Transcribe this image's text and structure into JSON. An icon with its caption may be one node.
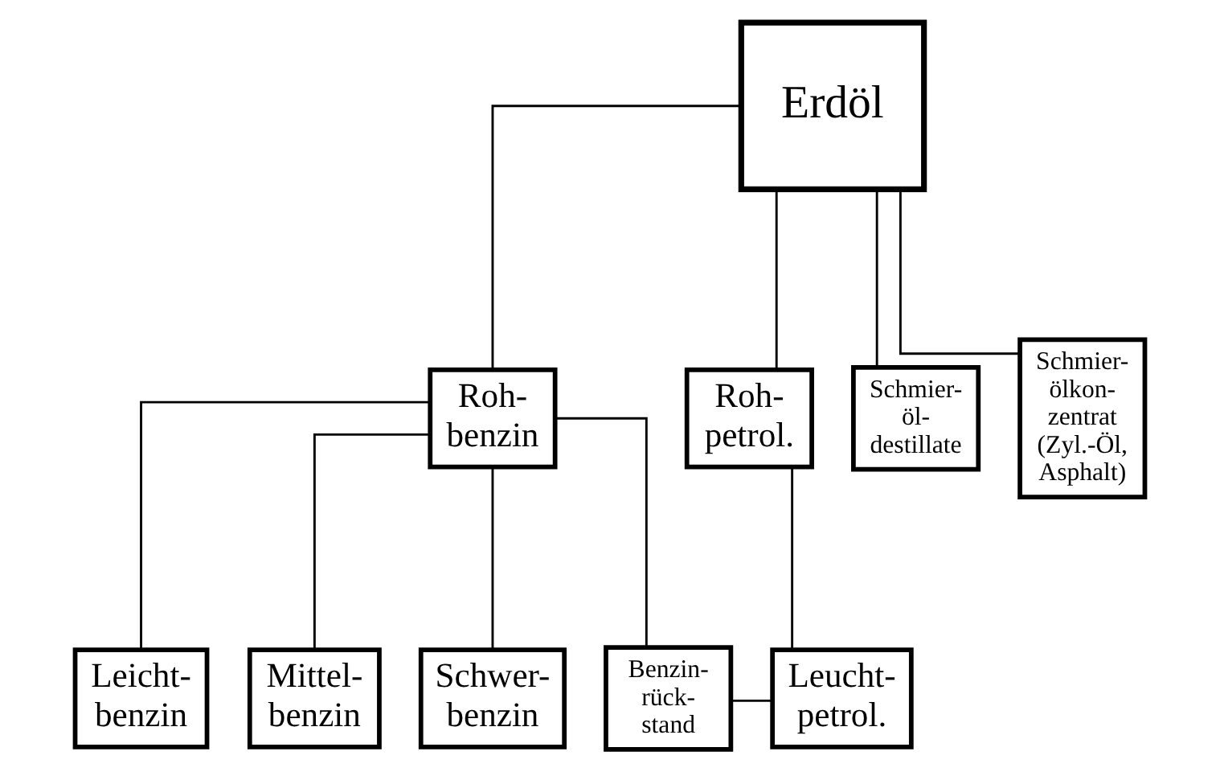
{
  "diagram": {
    "nodes": [
      {
        "text": [
          "Erdöl"
        ]
      },
      {
        "text": [
          "Roh- benzin"
        ]
      },
      {
        "text": [
          "Roh- petrol."
        ]
      },
      {
        "text": [
          "Schmier- öl- destillate"
        ]
      },
      {
        "text": [
          "Schmier- ölkon- zentrat (Zyl.-Öl, Asphalt)"
        ]
      },
      {
        "text": [
          "Leicht- benzin"
        ]
      },
      {
        "text": [
          "Mittel- benzin"
        ]
      },
      {
        "text": [
          "Schwer- benzin"
        ]
      },
      {
        "text": [
          "Benzin- rück- stand"
        ]
      },
      {
        "text": [
          "Leucht- petrol."
        ]
      }
    ],
    "edges": [
      {
        "from": 0,
        "to": 1,
        "arrow": "none"
      },
      {
        "from": 0,
        "to": 2,
        "arrow": "none"
      },
      {
        "from": 0,
        "to": 3,
        "arrow": "none"
      },
      {
        "from": 0,
        "to": 4,
        "arrow": "none"
      },
      {
        "from": 1,
        "to": 5,
        "arrow": "none"
      },
      {
        "from": 1,
        "to": 6,
        "arrow": "none"
      },
      {
        "from": 1,
        "to": 7,
        "arrow": "none"
      },
      {
        "from": 1,
        "to": 8,
        "arrow": "none"
      },
      {
        "from": 2,
        "to": 9,
        "arrow": "none"
      },
      {
        "from": 8,
        "to": 9,
        "arrow": "none"
      }
    ]
  }
}
